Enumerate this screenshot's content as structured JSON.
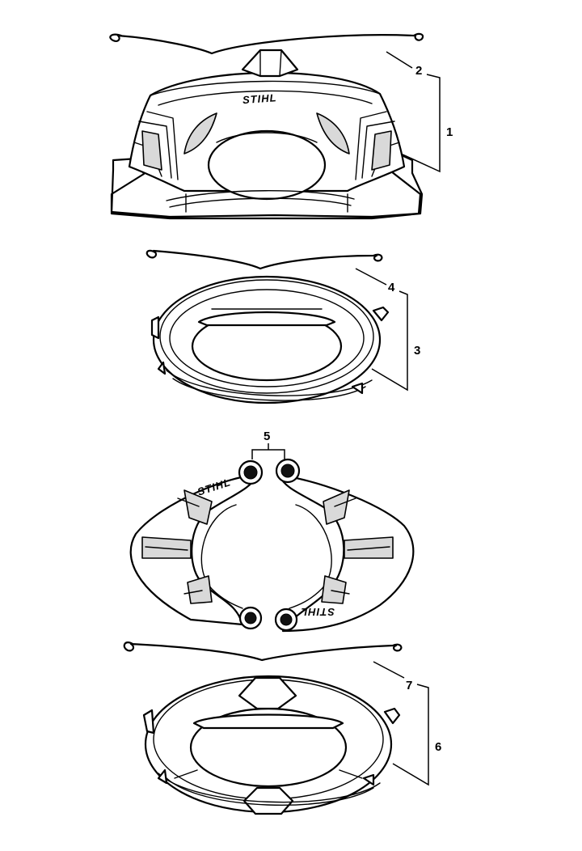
{
  "brand": "STIHL",
  "callouts": {
    "c1": "1",
    "c2": "2",
    "c3": "3",
    "c4": "4",
    "c5": "5",
    "c6": "6",
    "c7": "7"
  }
}
